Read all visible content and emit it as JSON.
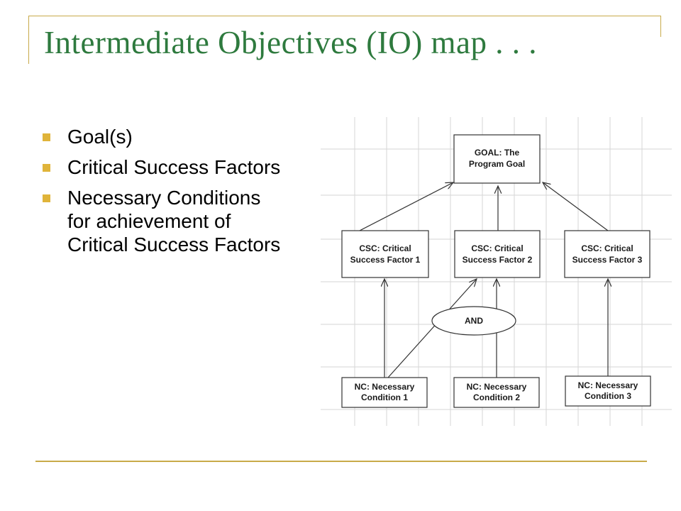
{
  "slide": {
    "title": "Intermediate Objectives (IO) map . . .",
    "bullets": [
      "Goal(s)",
      "Critical Success Factors",
      "Necessary Conditions for achievement of Critical Success Factors"
    ]
  },
  "diagram": {
    "goal": {
      "line1": "GOAL: The",
      "line2": "Program Goal"
    },
    "csf": [
      {
        "line1": "CSC: Critical",
        "line2": "Success Factor 1"
      },
      {
        "line1": "CSC: Critical",
        "line2": "Success Factor 2"
      },
      {
        "line1": "CSC: Critical",
        "line2": "Success Factor 3"
      }
    ],
    "and_label": "AND",
    "nc": [
      {
        "line1": "NC: Necessary",
        "line2": "Condition 1"
      },
      {
        "line1": "NC: Necessary",
        "line2": "Condition 2"
      },
      {
        "line1": "NC: Necessary",
        "line2": "Condition 3"
      }
    ]
  },
  "colors": {
    "title": "#2e7a3e",
    "accent_rule": "#c8aa4a",
    "bullet": "#e0b43a",
    "grid": "#d6d6d6"
  }
}
